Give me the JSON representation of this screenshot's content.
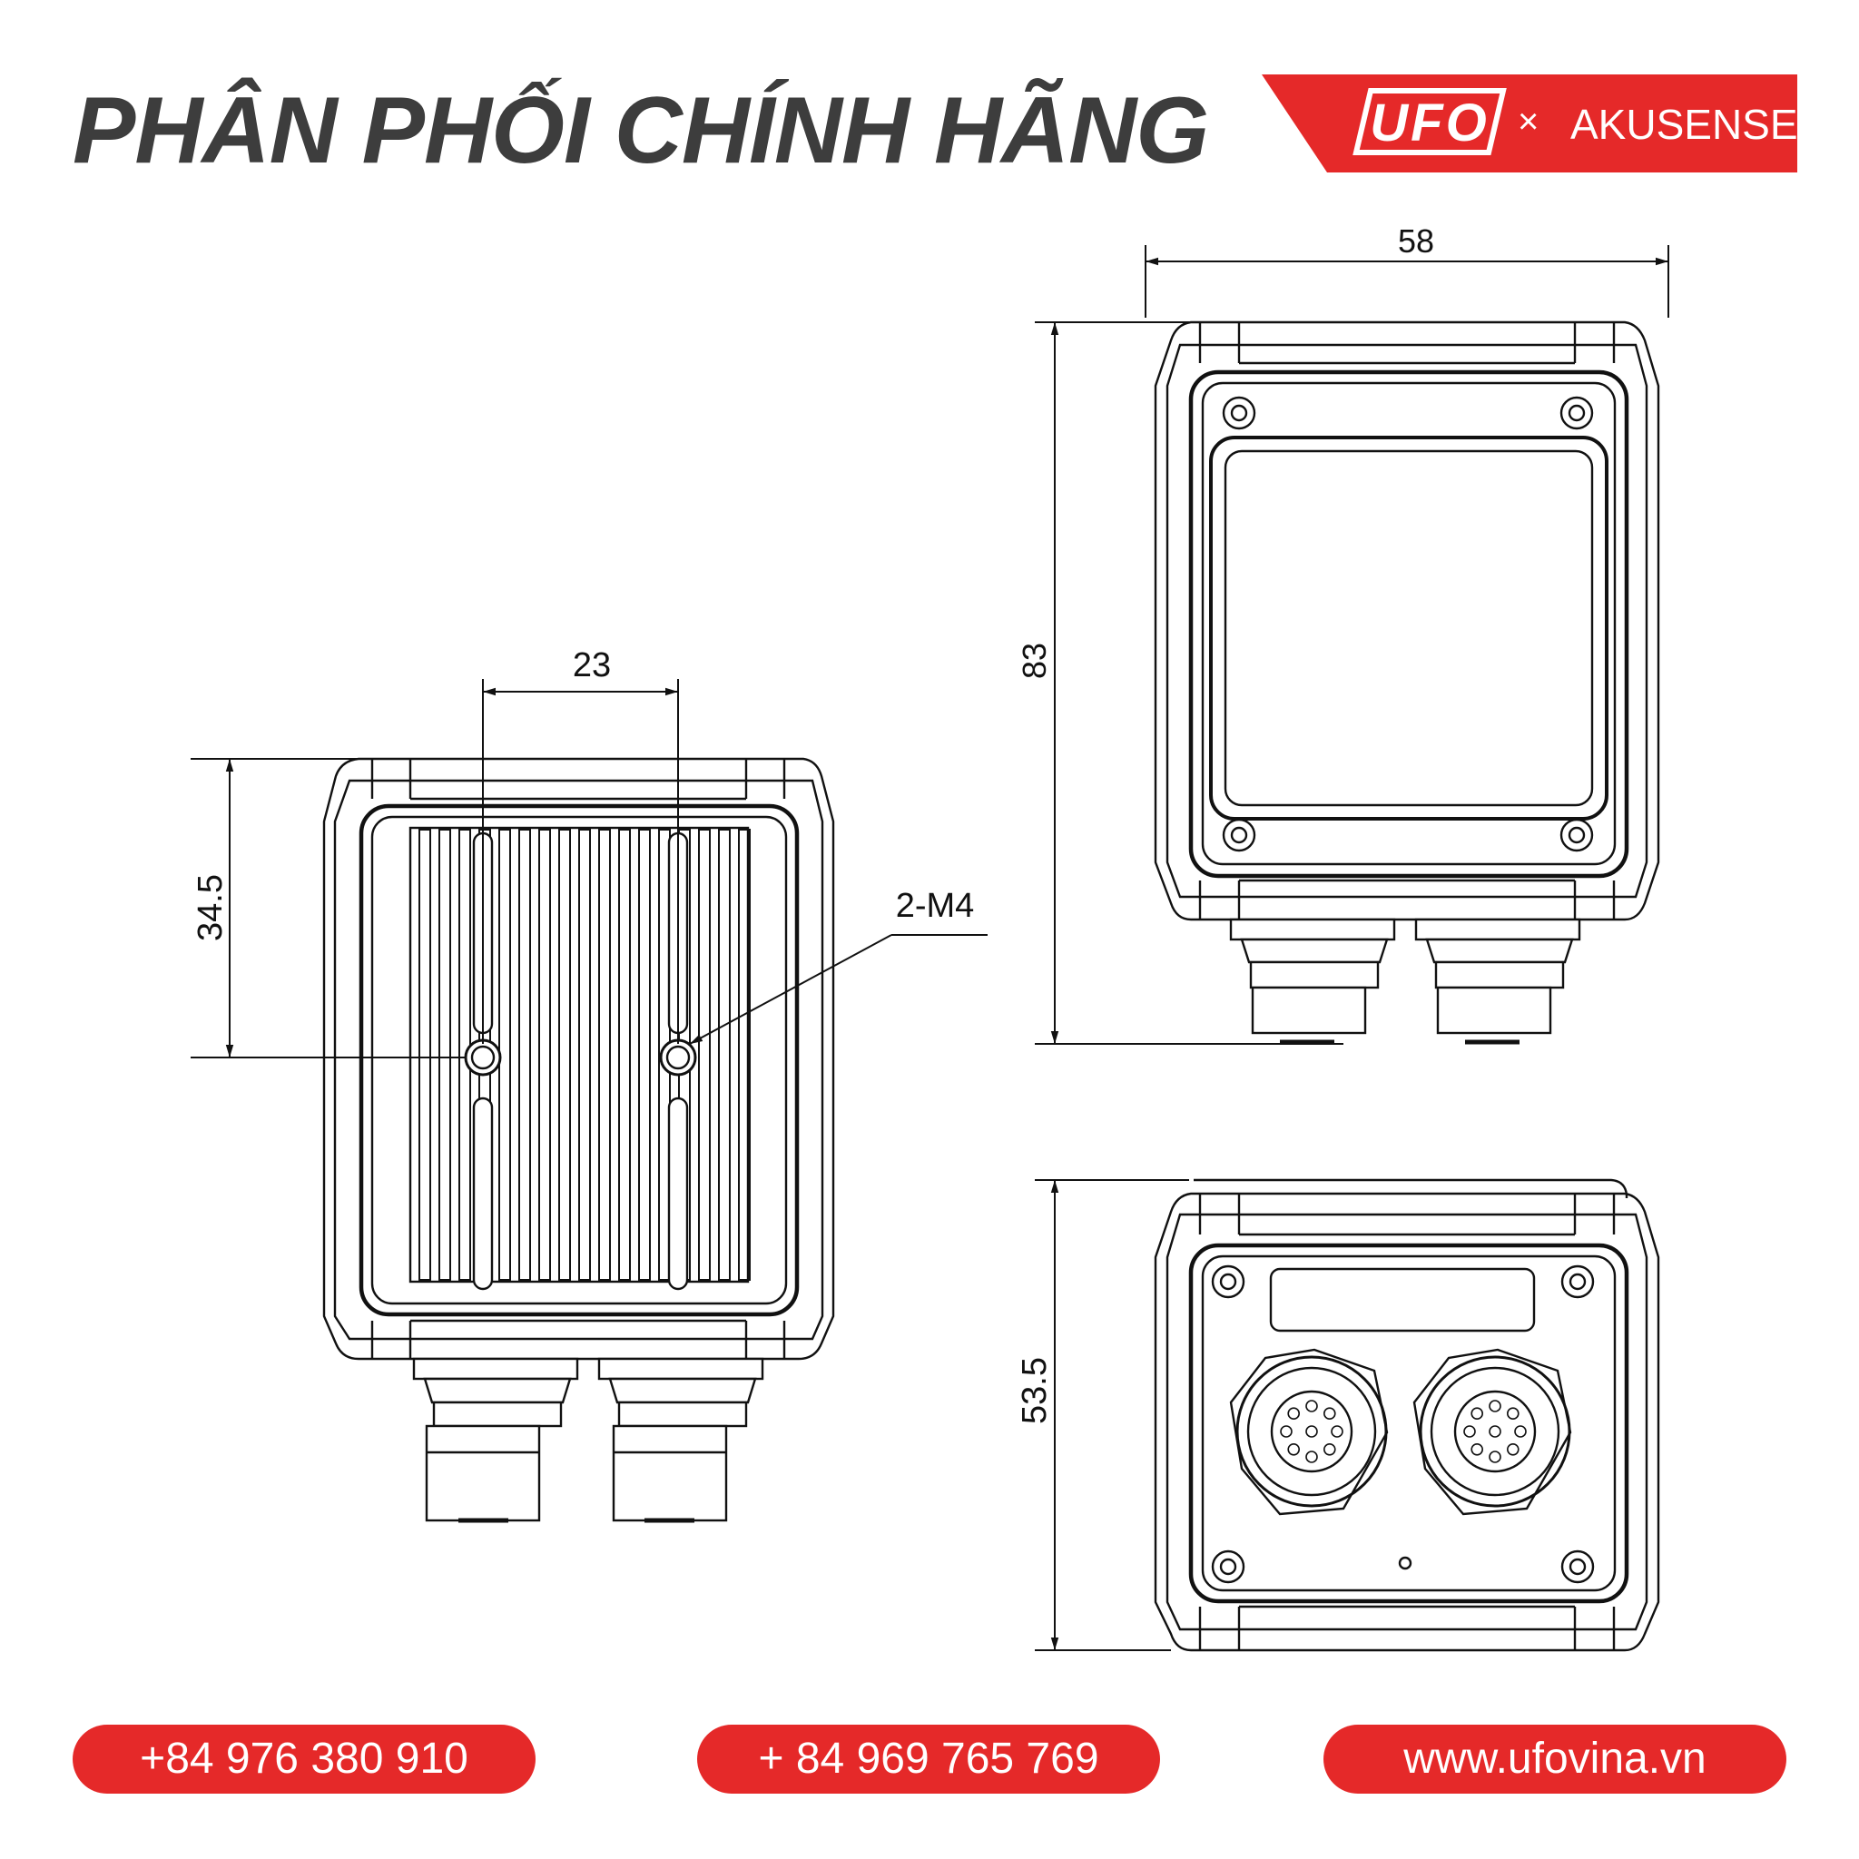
{
  "header": {
    "headline": "PHÂN PHỐI CHÍNH HÃNG",
    "brand_logo_text": "UFO",
    "brand_separator": "×",
    "brand_partner": "AKUSENSE",
    "accent_color": "#e52929"
  },
  "drawing": {
    "rear_view": {
      "width_dim": "23",
      "height_dim": "34.5",
      "hole_note": "2-M4"
    },
    "front_view": {
      "width_dim": "58",
      "height_dim": "83"
    },
    "bottom_view": {
      "height_dim": "53.5"
    }
  },
  "footer": {
    "phone_1": "+84 976 380 910",
    "phone_2": "+ 84 969 765 769",
    "website": "www.ufovina.vn"
  }
}
